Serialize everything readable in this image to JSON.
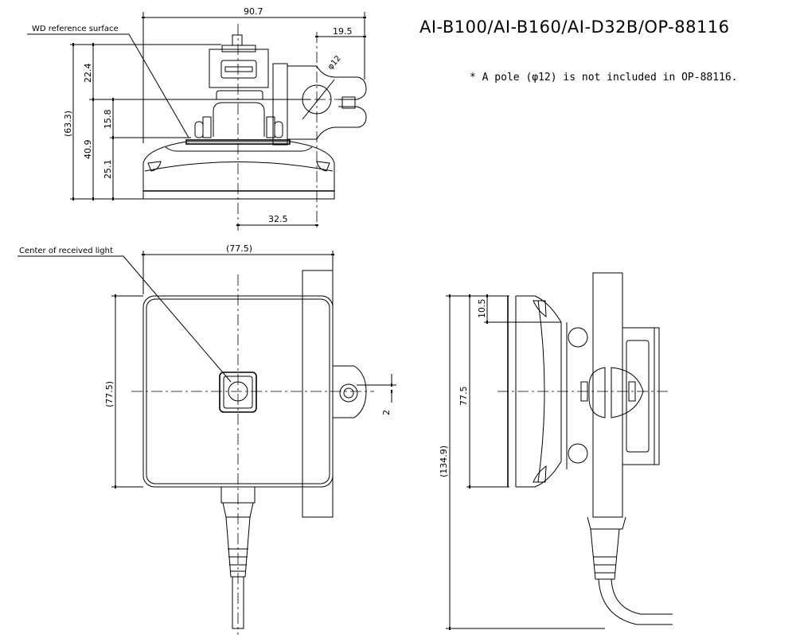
{
  "title": "AI-B100/AI-B160/AI-D32B/OP-88116",
  "note": "* A pole (φ12) is not included in OP-88116.",
  "top_view": {
    "label_wd": "WD reference surface",
    "dims": {
      "width_total": "90.7",
      "pole_offset": "19.5",
      "pole_dia": "φ12",
      "height_total": "(63.3)",
      "upper": "22.4",
      "lower": "40.9",
      "mid": "15.8",
      "base": "25.1",
      "center_to_pole": "32.5"
    }
  },
  "front_view": {
    "label_center": "Center of received light",
    "dims": {
      "width": "(77.5)",
      "height": "(77.5)",
      "offset": "2"
    }
  },
  "side_view": {
    "dims": {
      "total": "(134.9)",
      "body": "77.5",
      "top": "10.5"
    }
  }
}
